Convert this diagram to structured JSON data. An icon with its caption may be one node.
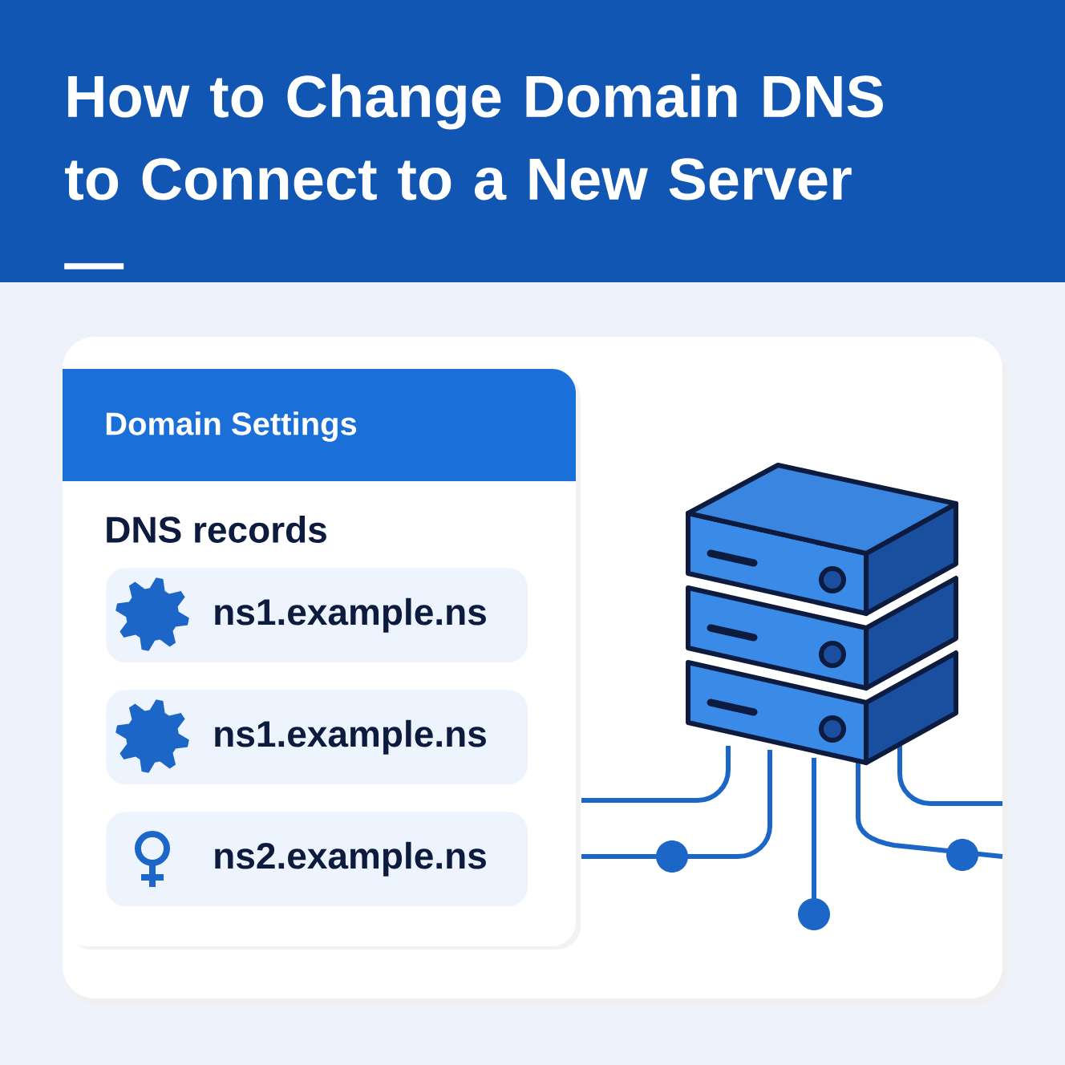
{
  "diagram": {
    "title": "How to Change Domain DNS to Connect to a New Server —",
    "nodes": [
      {
        "text": [
          "Domain Settings",
          "DNS records"
        ]
      },
      {
        "text": [
          "ns1.example.ns"
        ],
        "in": 0
      },
      {
        "text": [
          "ns1.example.ns"
        ],
        "in": 0
      },
      {
        "text": [
          "ns2.example.ns"
        ],
        "in": 0
      }
    ]
  }
}
